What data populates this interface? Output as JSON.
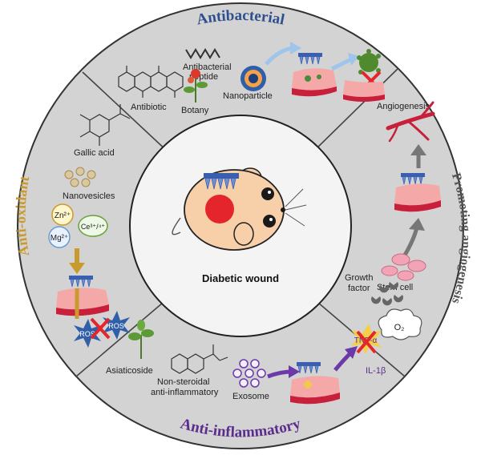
{
  "sections": {
    "antibacterial": {
      "title": "Antibacterial",
      "color": "#2f4f8f",
      "items": {
        "peptide_line1": "Antibacterial",
        "peptide_line2": "peptide",
        "antibiotic": "Antibiotic",
        "botany": "Botany",
        "nanoparticle": "Nanoparticle"
      }
    },
    "anti_oxidant": {
      "title": "Anti-oxidant",
      "color": "#c99a2e",
      "items": {
        "gallic_acid": "Gallic acid",
        "nanovesicles": "Nanovesicles",
        "zn": "Zn²⁺",
        "mg": "Mg²⁺",
        "ce": "Ce³⁺/⁴⁺",
        "ros_1": "ROS",
        "ros_2": "ROS"
      }
    },
    "promoting_angiogenesis": {
      "title": "Promoting angiogenesis",
      "color": "#555555",
      "items": {
        "angiogenesis": "Angiogenesis",
        "growth_factor_line1": "Growth",
        "growth_factor_line2": "factor",
        "stem_cell": "Stem cell",
        "o2": "O₂"
      }
    },
    "anti_inflammatory": {
      "title": "Anti-inflammatory",
      "color": "#5b2d8c",
      "items": {
        "asiaticoside": "Asiaticoside",
        "nsaid_line1": "Non-steroidal",
        "nsaid_line2": "anti-inflammatory",
        "exosome": "Exosome",
        "tnf": "TNF-α",
        "il": "IL-1β"
      }
    }
  },
  "center": {
    "label": "Diabetic wound"
  },
  "colors": {
    "ring_fill": "#d3d3d3",
    "ring_stroke": "#333333",
    "center_fill": "#f4f4f4",
    "wound": "#e4262c",
    "mouse_skin": "#f7cfa8",
    "microneedle": "#3a5fb0",
    "arrow_blue": "#9fc5ea",
    "arrow_purple": "#6b3aa8",
    "arrow_gray": "#777777",
    "tissue_pink": "#f4a9a8",
    "tissue_red": "#c8203a"
  }
}
